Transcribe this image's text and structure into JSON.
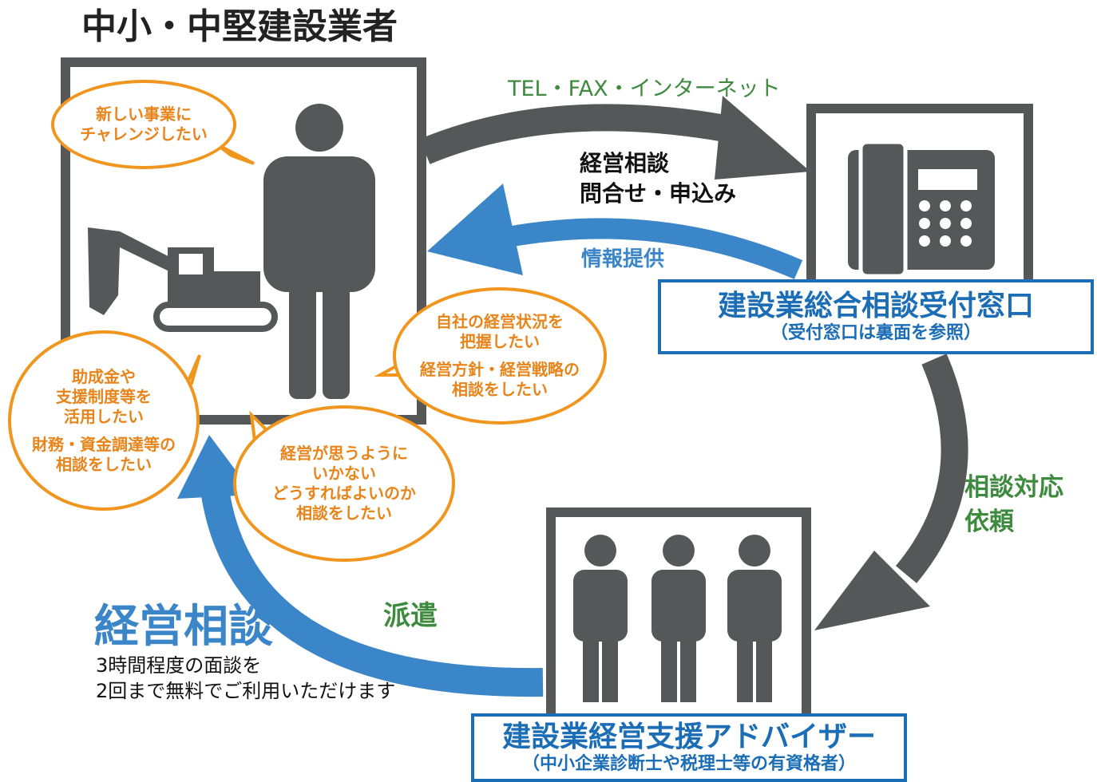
{
  "title": "中小・中堅建設業者",
  "arrow_top": {
    "channel": "TEL・FAX・インターネット",
    "request_line1": "経営相談",
    "request_line2": "問合せ・申込み",
    "info": "情報提供"
  },
  "window": {
    "name": "建設業総合相談受付窓口",
    "note": "（受付窓口は裏面を参照）"
  },
  "consult_request": {
    "line1": "相談対応",
    "line2": "依頼"
  },
  "advisor": {
    "name": "建設業経営支援アドバイザー",
    "note": "（中小企業診断士や税理士等の有資格者）"
  },
  "dispatch": "派遣",
  "keiei_soudan": {
    "title": "経営相談",
    "line1": "3時間程度の面談を",
    "line2": "2回まで無料でご利用いただけます"
  },
  "bubbles": {
    "new_business": [
      "新しい事業に",
      "チャレンジしたい"
    ],
    "grasp": [
      "自社の経営状況を",
      "把握したい"
    ],
    "strategy": [
      "経営方針・経営戦略の",
      "相談をしたい"
    ],
    "subsidy": [
      "助成金や",
      "支援制度等を",
      "活用したい"
    ],
    "finance": [
      "財務・資金調達等の",
      "相談をしたい"
    ],
    "struggle": [
      "経営が思うように",
      "いかない",
      "どうすればよいのか",
      "相談をしたい"
    ]
  },
  "colors": {
    "gray": "#555759",
    "blue": "#3b86c8",
    "green": "#3e8a3e",
    "orange": "#f0961e",
    "navy": "#1b6db5"
  }
}
